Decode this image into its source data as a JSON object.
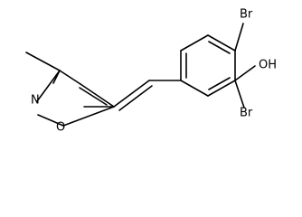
{
  "atoms": {
    "br_top": "Br",
    "oh": "OH",
    "br_bottom": "Br",
    "n": "N",
    "o": "O"
  }
}
